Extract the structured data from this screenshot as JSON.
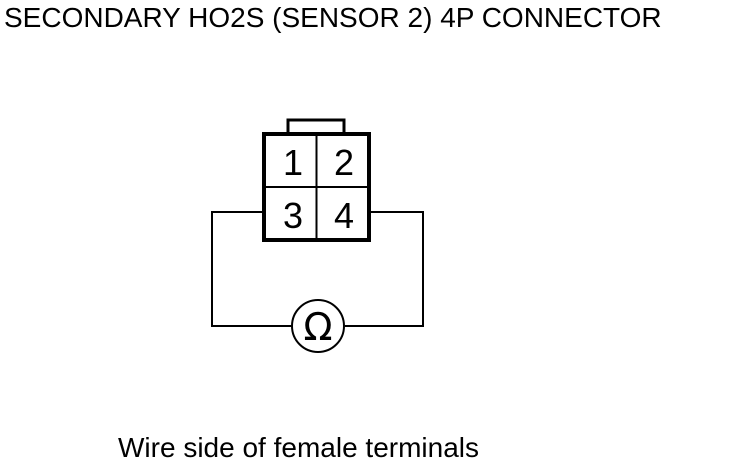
{
  "title": "SECONDARY HO2S (SENSOR 2) 4P CONNECTOR",
  "connector": {
    "terminals": [
      {
        "label": "1"
      },
      {
        "label": "2"
      },
      {
        "label": "3"
      },
      {
        "label": "4"
      }
    ]
  },
  "meter": {
    "symbol": "Ω",
    "icon": "ohmmeter-icon"
  },
  "caption": "Wire side of female terminals"
}
